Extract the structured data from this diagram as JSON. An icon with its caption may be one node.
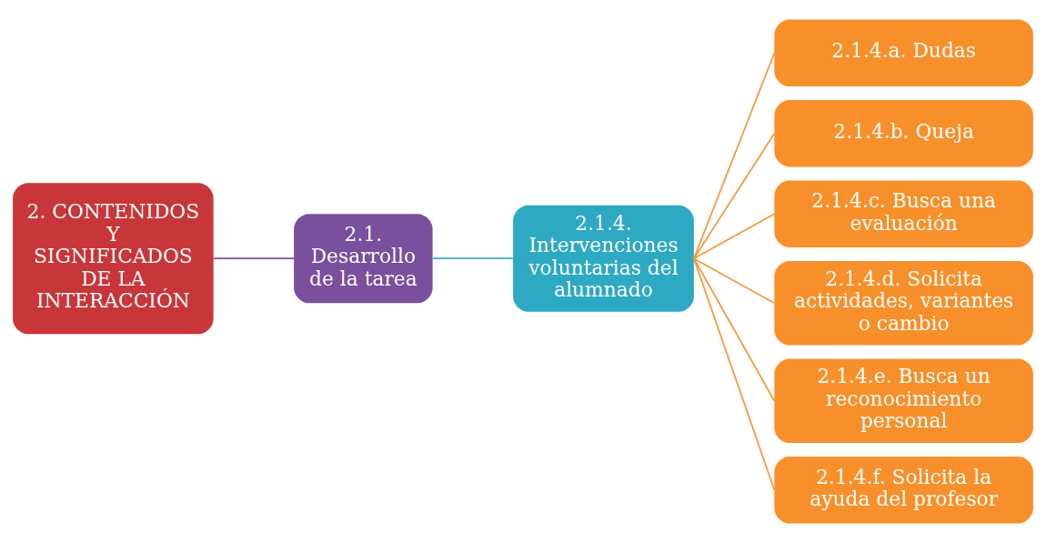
{
  "diagram": {
    "nodes": [
      {
        "text": [
          "2. CONTENIDOS Y SIGNIFICADOS DE LA INTERACCIÓN"
        ]
      },
      {
        "text": [
          "2.1. Desarrollo de la tarea"
        ]
      },
      {
        "text": [
          "2.1.4. Intervenciones voluntarias del alumnado"
        ]
      },
      {
        "text": [
          "2.1.4.a. Dudas"
        ]
      },
      {
        "text": [
          "2.1.4.b. Queja"
        ]
      },
      {
        "text": [
          "2.1.4.c. Busca una evaluación"
        ]
      },
      {
        "text": [
          "2.1.4.d. Solicita actividades, variantes o cambio"
        ]
      },
      {
        "text": [
          "2.1.4.e. Busca un reconocimiento personal"
        ]
      },
      {
        "text": [
          "2.1.4.f. Solicita la ayuda del profesor"
        ]
      }
    ],
    "edges": [
      {
        "from": 0,
        "to": 1,
        "arrow": "none",
        "color": "#7b4f9e"
      },
      {
        "from": 1,
        "to": 2,
        "arrow": "none",
        "color": "#3ab0c8"
      },
      {
        "from": 2,
        "to": 3,
        "arrow": "none"
      },
      {
        "from": 2,
        "to": 4,
        "arrow": "none"
      },
      {
        "from": 2,
        "to": 5,
        "arrow": "none"
      },
      {
        "from": 2,
        "to": 6,
        "arrow": "none"
      },
      {
        "from": 2,
        "to": 7,
        "arrow": "none"
      },
      {
        "from": 2,
        "to": 8,
        "arrow": "none"
      }
    ]
  }
}
